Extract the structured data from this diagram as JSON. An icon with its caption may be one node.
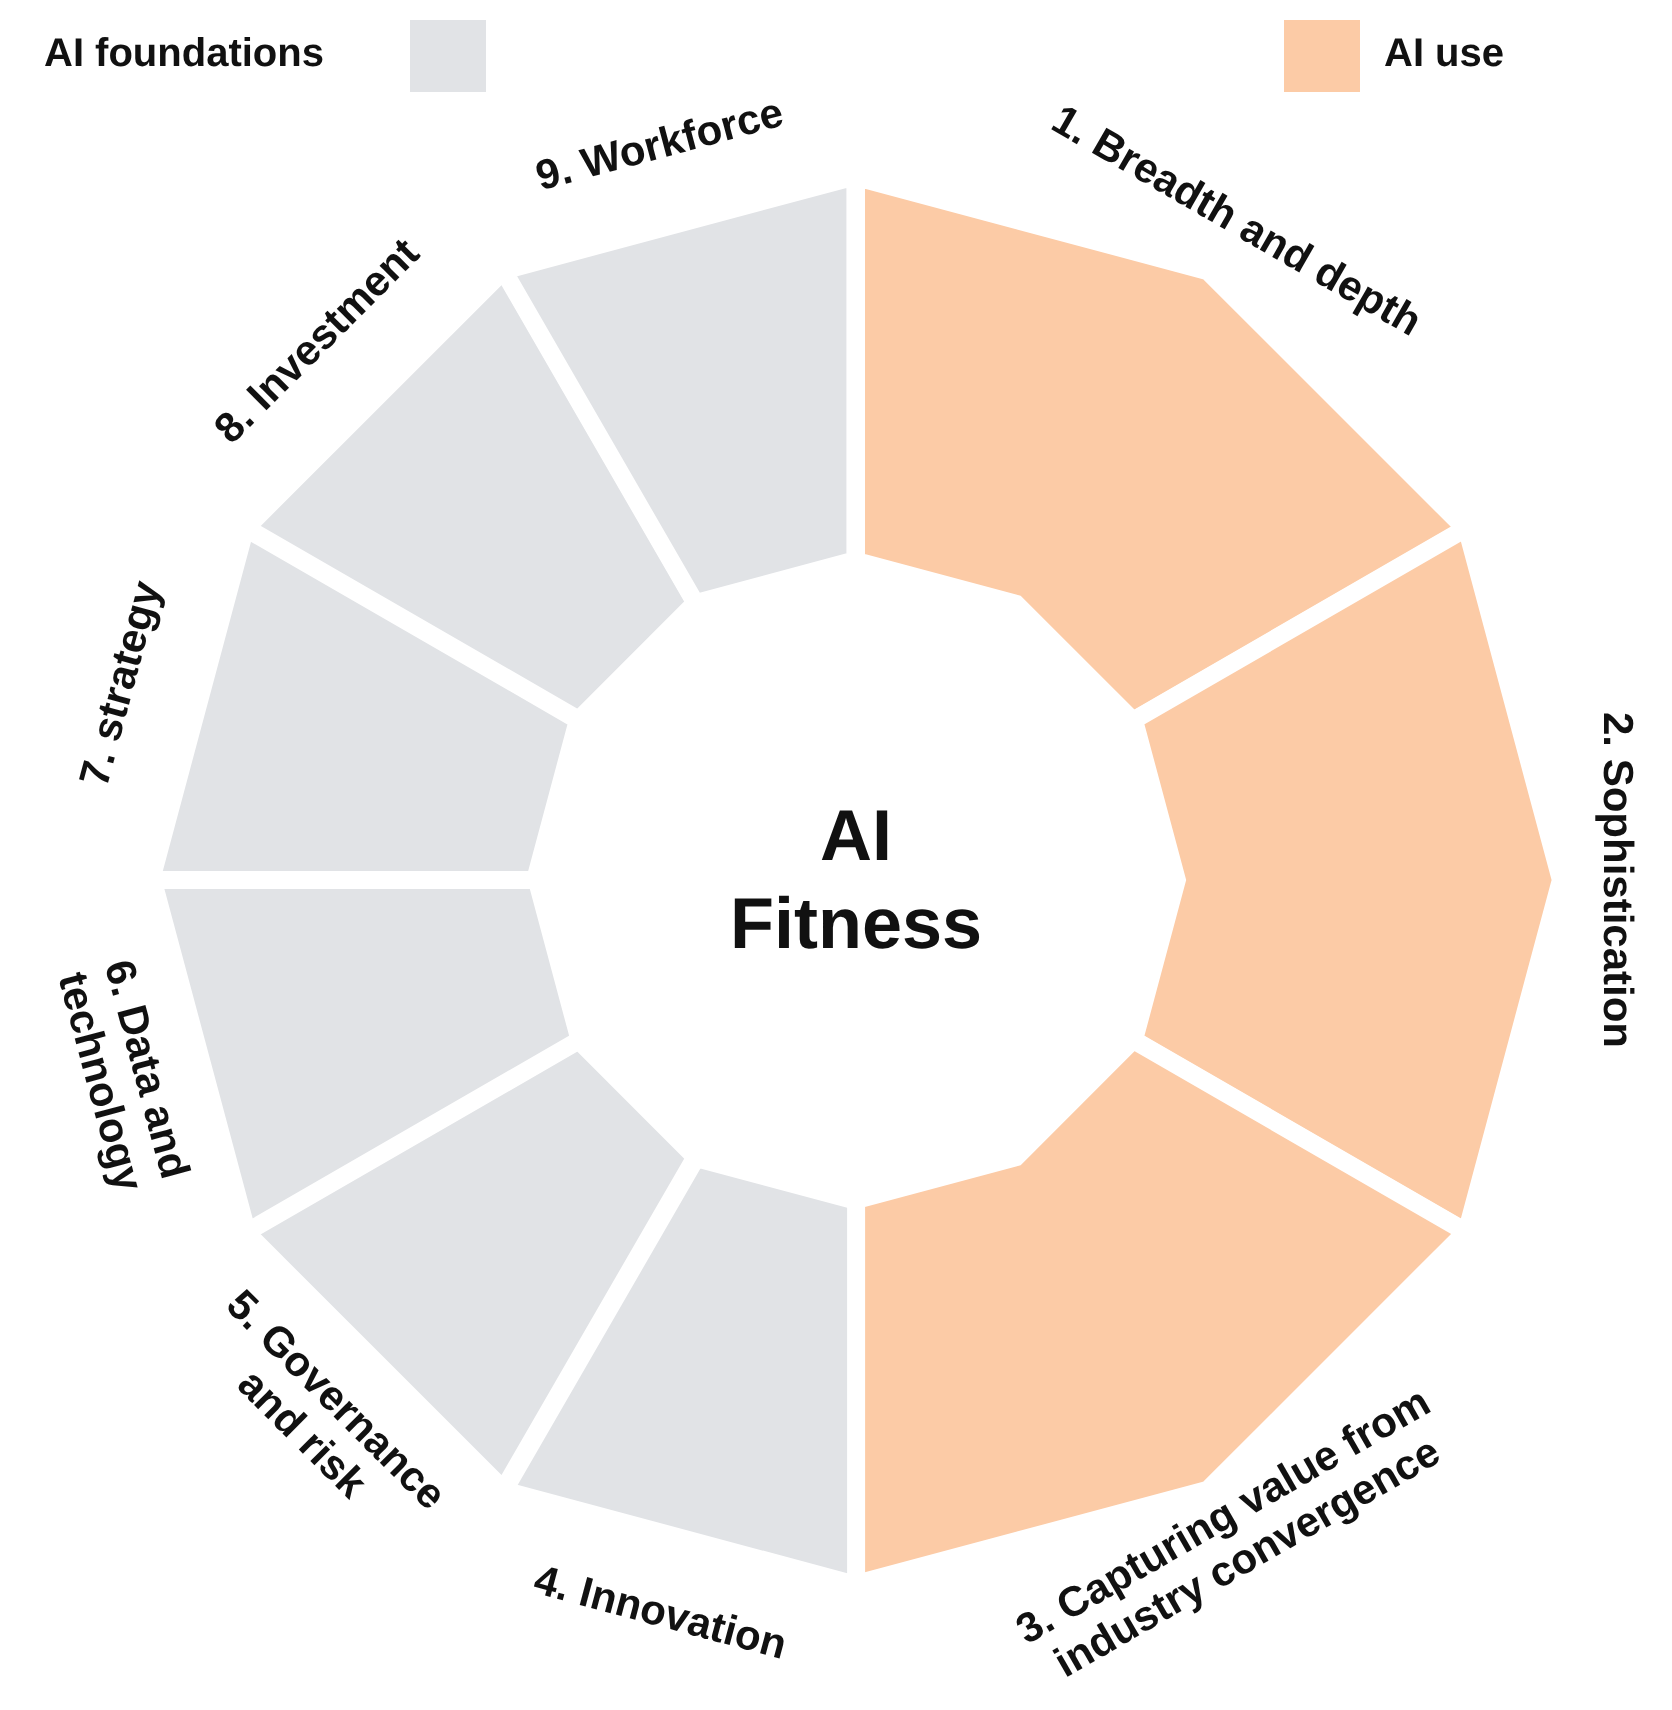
{
  "diagram": {
    "nodes": [
      {
        "text": [
          "AI Fitness"
        ]
      },
      {
        "text": [
          "1. Breadth and depth"
        ]
      },
      {
        "text": [
          "2. Sophistication"
        ]
      },
      {
        "text": [
          "3. Capturing value from industry convergence"
        ]
      },
      {
        "text": [
          "4. Innovation"
        ]
      },
      {
        "text": [
          "5. Governance and risk"
        ]
      },
      {
        "text": [
          "6. Data and technology"
        ]
      },
      {
        "text": [
          "7. strategy"
        ]
      },
      {
        "text": [
          "8. Investment"
        ]
      },
      {
        "text": [
          "9. Workforce"
        ]
      }
    ],
    "legend": [
      {
        "text": "AI foundations",
        "color": "#e1e3e6"
      },
      {
        "text": "AI use",
        "color": "#fccba6"
      }
    ]
  }
}
